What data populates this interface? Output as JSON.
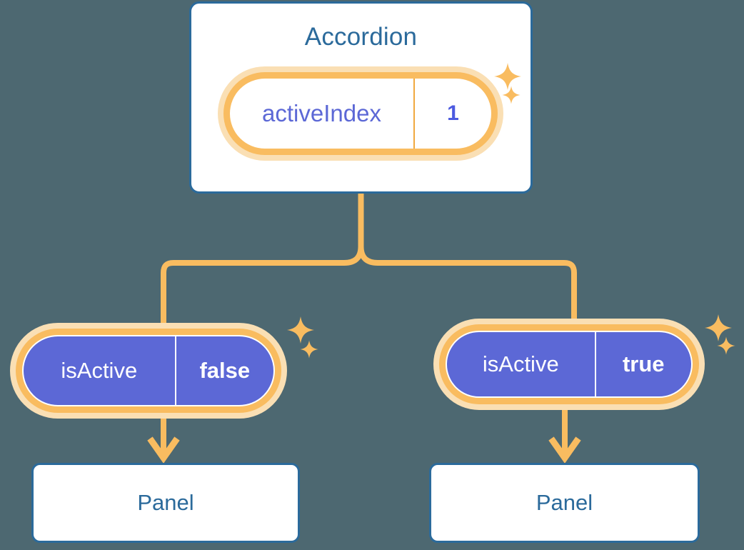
{
  "diagram": {
    "background_color": "#4d6871",
    "accent_orange": "#f9bc60",
    "accent_orange_pale": "#fadfb4",
    "accent_blue": "#2b6a9b",
    "accent_purple": "#5c68d6"
  },
  "root": {
    "title": "Accordion",
    "prop": {
      "key": "activeIndex",
      "value": "1"
    },
    "sparkle_names": [
      "sparkle-large-icon",
      "sparkle-small-icon"
    ]
  },
  "children": [
    {
      "prop": {
        "key": "isActive",
        "value": "false"
      },
      "panel": {
        "title": "Panel"
      }
    },
    {
      "prop": {
        "key": "isActive",
        "value": "true"
      },
      "panel": {
        "title": "Panel"
      }
    }
  ]
}
